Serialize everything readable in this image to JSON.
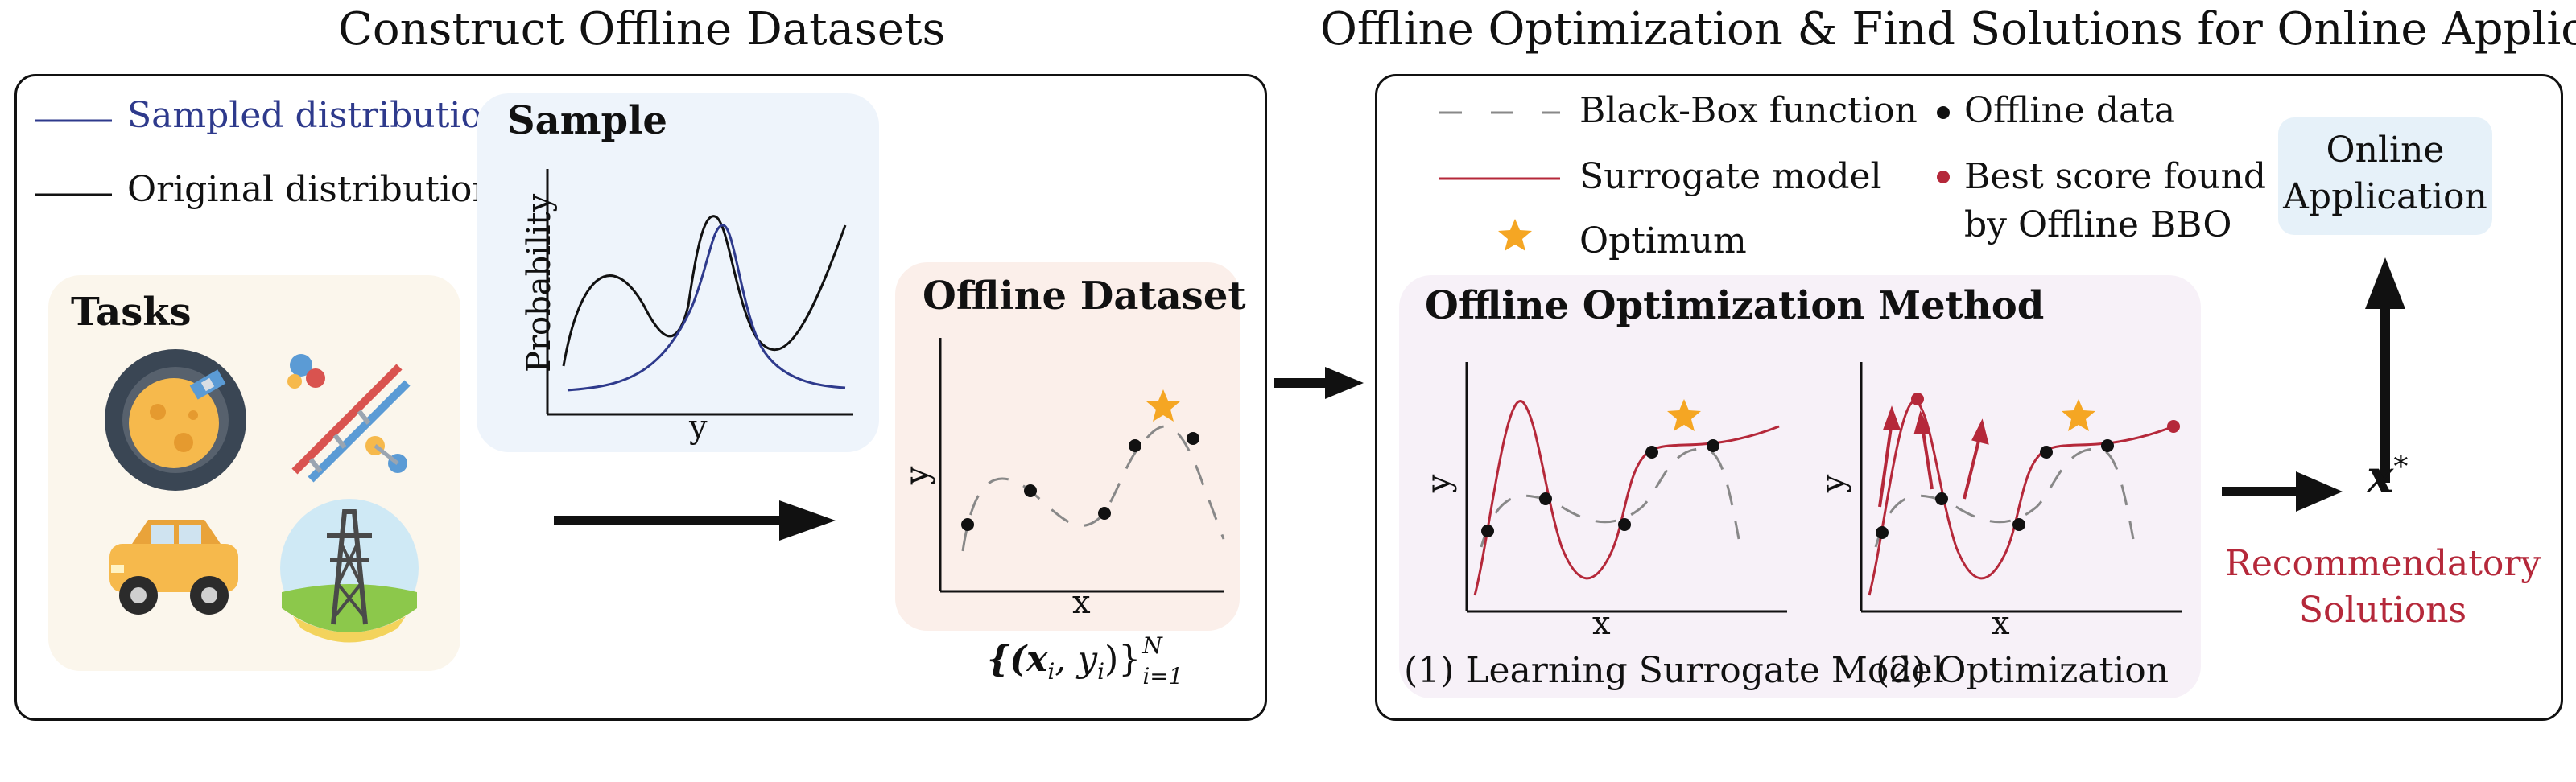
{
  "left": {
    "title": "Construct Offline Datasets",
    "legend": {
      "sampled": "Sampled distribution",
      "original": "Original distribution"
    },
    "sample": {
      "title": "Sample",
      "ylabel": "Probability",
      "xlabel": "y"
    },
    "tasks": {
      "title": "Tasks",
      "icons": [
        "satellite-planet-icon",
        "dna-molecule-icon",
        "car-icon",
        "power-tower-icon"
      ]
    },
    "dataset": {
      "title": "Offline Dataset",
      "xlabel": "x",
      "ylabel": "y",
      "formula_main": "{(x",
      "formula_i1": "i",
      "formula_mid": ", y",
      "formula_i2": "i",
      "formula_close": ")}",
      "formula_sup": "N",
      "formula_sub": "i=1"
    }
  },
  "right": {
    "title": "Offline Optimization & Find Solutions for Online Application",
    "legend": {
      "blackbox": "Black-Box function",
      "surrogate": "Surrogate model",
      "optimum": "Optimum",
      "offline_data": "Offline data",
      "best_score_1": "Best score found",
      "best_score_2": "by Offline BBO"
    },
    "method": {
      "title": "Offline Optimization Method",
      "step1": "(1) Learning Surrogate Model",
      "step2": "(2) Optimization",
      "xlabel": "x",
      "ylabel": "y"
    },
    "online": {
      "line1": "Online",
      "line2": "Application"
    },
    "solution": {
      "symbol": "x",
      "star": "*",
      "label1": "Recommendatory",
      "label2": "Solutions"
    }
  },
  "colors": {
    "sampled_blue": "#2e3a8c",
    "surrogate_red": "#b5283a",
    "star_orange": "#f5a623",
    "sample_bg": "#eef4fb",
    "tasks_bg": "#fbf6ec",
    "dataset_bg": "#fbefea",
    "method_bg": "#f7f1f8",
    "online_bg": "#e6f1f9"
  }
}
